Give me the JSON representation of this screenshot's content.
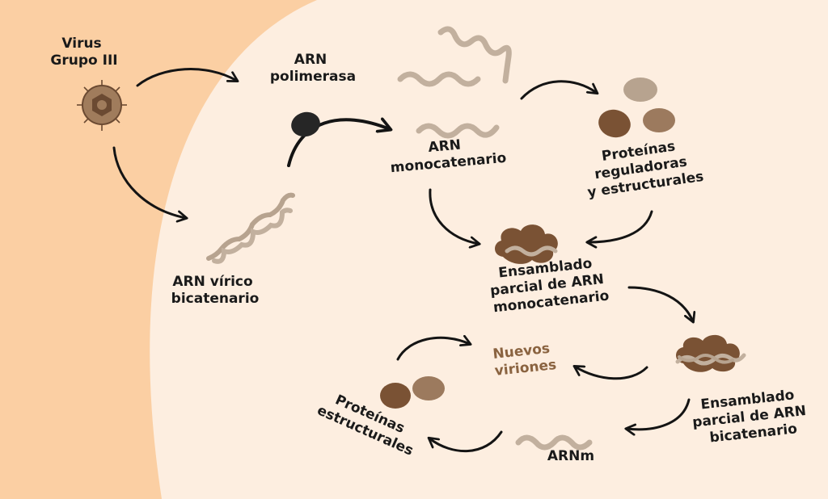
{
  "colors": {
    "outside": "#fbcfa3",
    "cell": "#fdeee0",
    "dark": "#141414",
    "brown": "#7a5234",
    "brown_mid": "#9c7a5e",
    "tan": "#b7a38f",
    "strand": "#c2b09e",
    "accent_text": "#8a6340"
  },
  "labels": {
    "virus": [
      "Virus",
      "Grupo III"
    ],
    "arn_polimerasa": [
      "ARN",
      "polimerasa"
    ],
    "arn_monocatenario": [
      "ARN",
      "monocatenario"
    ],
    "proteinas_reg": [
      "Proteínas",
      "reguladoras",
      "y estructurales"
    ],
    "arn_virico": [
      "ARN vírico",
      "bicatenario"
    ],
    "ensamblado_mono": [
      "Ensamblado",
      "parcial de ARN",
      "monocatenario"
    ],
    "nuevos_viriones": [
      "Nuevos",
      "viriones"
    ],
    "ensamblado_bi": [
      "Ensamblado",
      "parcial de ARN",
      "bicatenario"
    ],
    "proteinas_est": [
      "Proteínas",
      "estructurales"
    ],
    "arnm": "ARNm"
  },
  "icons": [
    "virus-icon",
    "polymerase-icon",
    "single-strand-rna-icon",
    "double-strand-rna-icon",
    "protein-icon",
    "assembly-icon"
  ]
}
